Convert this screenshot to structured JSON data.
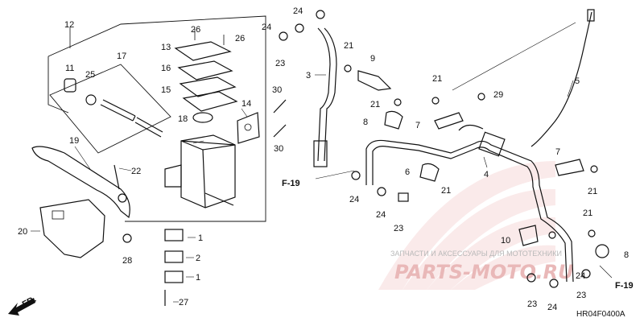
{
  "labels": {
    "l1": "1",
    "l1b": "1",
    "l2": "2",
    "l3": "3",
    "l4": "4",
    "l5": "5",
    "l6": "6",
    "l7": "7",
    "l7b": "7",
    "l8": "8",
    "l8b": "8",
    "l9": "9",
    "l10": "10",
    "l11": "11",
    "l12": "12",
    "l13": "13",
    "l14": "14",
    "l15": "15",
    "l16": "16",
    "l17": "17",
    "l18": "18",
    "l19": "19",
    "l20": "20",
    "l21a": "21",
    "l21b": "21",
    "l21c": "21",
    "l21d": "21",
    "l21e": "21",
    "l21f": "21",
    "l22": "22",
    "l23a": "23",
    "l23b": "23",
    "l23c": "23",
    "l23d": "23",
    "l24a": "24",
    "l24b": "24",
    "l24c": "24",
    "l24d": "24",
    "l24e": "24",
    "l24f": "24",
    "l25": "25",
    "l26a": "26",
    "l26b": "26",
    "l27": "27",
    "l28": "28",
    "l29": "29",
    "l30a": "30",
    "l30b": "30"
  },
  "refs": {
    "f19a": "F-19",
    "f19b": "F-19"
  },
  "front_arrow": "FR.",
  "diagram_code": "HR04F0400A",
  "watermark": {
    "line1": "ЗАПЧАСТИ И АКСЕССУАРЫ ДЛЯ МОТОТЕХНИКИ",
    "brand": "PARTS-MOTO.RU"
  }
}
